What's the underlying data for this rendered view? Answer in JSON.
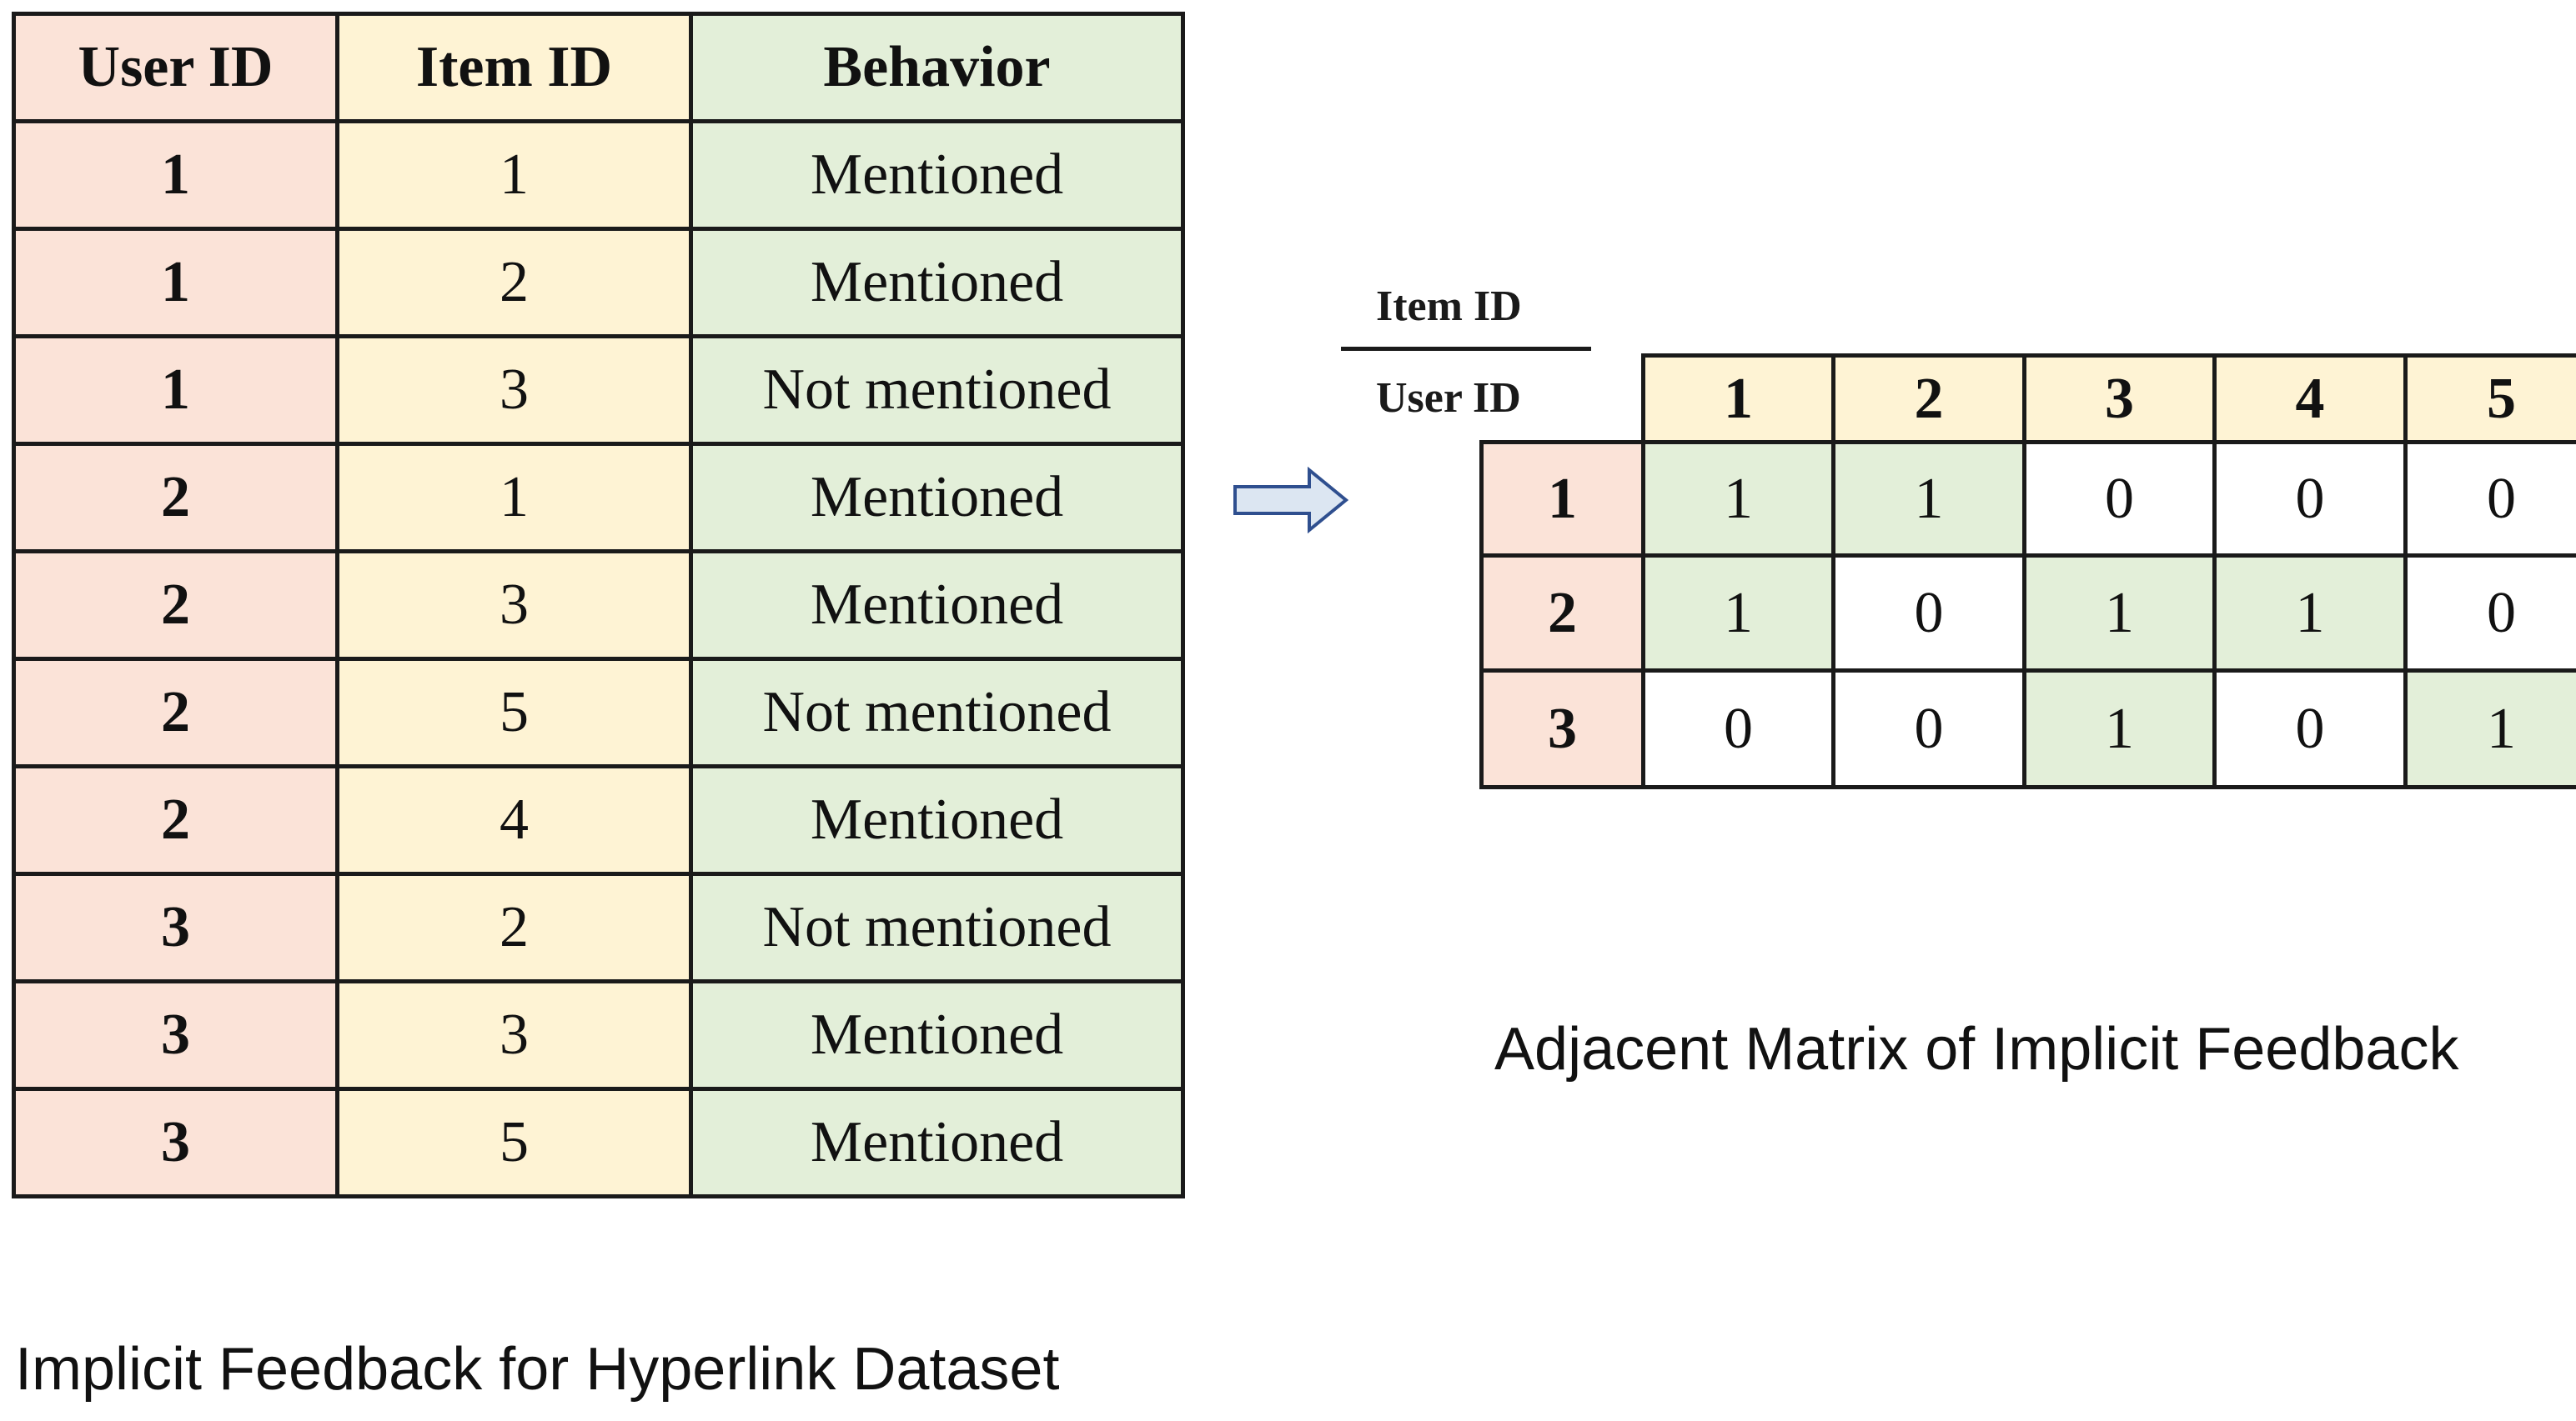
{
  "feedback_table": {
    "headers": [
      "User ID",
      "Item ID",
      "Behavior"
    ],
    "rows": [
      [
        "1",
        "1",
        "Mentioned"
      ],
      [
        "1",
        "2",
        "Mentioned"
      ],
      [
        "1",
        "3",
        "Not mentioned"
      ],
      [
        "2",
        "1",
        "Mentioned"
      ],
      [
        "2",
        "3",
        "Mentioned"
      ],
      [
        "2",
        "5",
        "Not mentioned"
      ],
      [
        "2",
        "4",
        "Mentioned"
      ],
      [
        "3",
        "2",
        "Not mentioned"
      ],
      [
        "3",
        "3",
        "Mentioned"
      ],
      [
        "3",
        "5",
        "Mentioned"
      ]
    ],
    "caption": "Implicit Feedback for Hyperlink Dataset"
  },
  "arrow": {
    "icon": "right-arrow-icon",
    "fill": "#dce6f2",
    "stroke": "#2f4f8f"
  },
  "matrix": {
    "corner_column_label": "Item ID",
    "corner_row_label": "User ID",
    "column_headers": [
      "1",
      "2",
      "3",
      "4",
      "5"
    ],
    "row_headers": [
      "1",
      "2",
      "3"
    ],
    "values": [
      [
        "1",
        "1",
        "0",
        "0",
        "0"
      ],
      [
        "1",
        "0",
        "1",
        "1",
        "0"
      ],
      [
        "0",
        "0",
        "1",
        "0",
        "1"
      ]
    ],
    "highlight": [
      [
        true,
        true,
        false,
        false,
        false
      ],
      [
        true,
        false,
        true,
        true,
        false
      ],
      [
        false,
        false,
        true,
        false,
        true
      ]
    ],
    "caption": "Adjacent Matrix of Implicit Feedback"
  },
  "colors": {
    "user_column": "#fbe3d8",
    "item_column": "#fef3d4",
    "behavior_column": "#e3efd9",
    "highlight_cell": "#e3efd9",
    "border": "#1a1a1a"
  }
}
